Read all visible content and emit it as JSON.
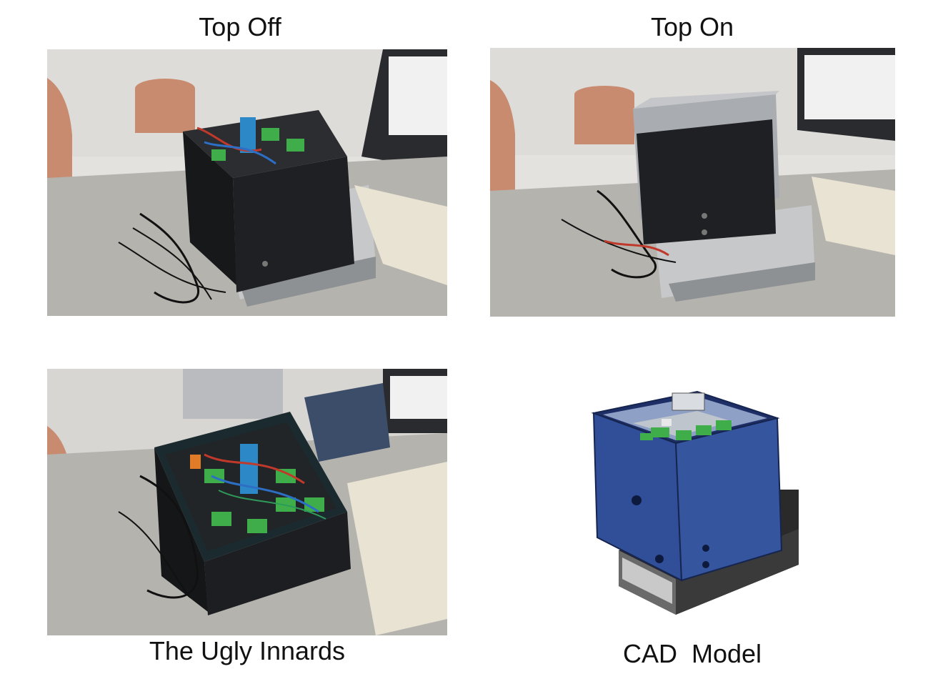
{
  "panels": [
    {
      "caption": "Top Off",
      "image_desc": "photo-top-off"
    },
    {
      "caption": "Top On",
      "image_desc": "photo-top-on"
    },
    {
      "caption": "The Ugly Innards",
      "image_desc": "photo-innards"
    },
    {
      "caption": "CAD  Model",
      "image_desc": "cad-model"
    }
  ],
  "colors": {
    "background": "#ffffff",
    "enclosure_black": "#1d1f22",
    "lid_gray": "#a9acb0",
    "cad_blue": "#2f4f9a",
    "terminal_green": "#3fae4a",
    "desk_gray": "#b5b3ae"
  }
}
